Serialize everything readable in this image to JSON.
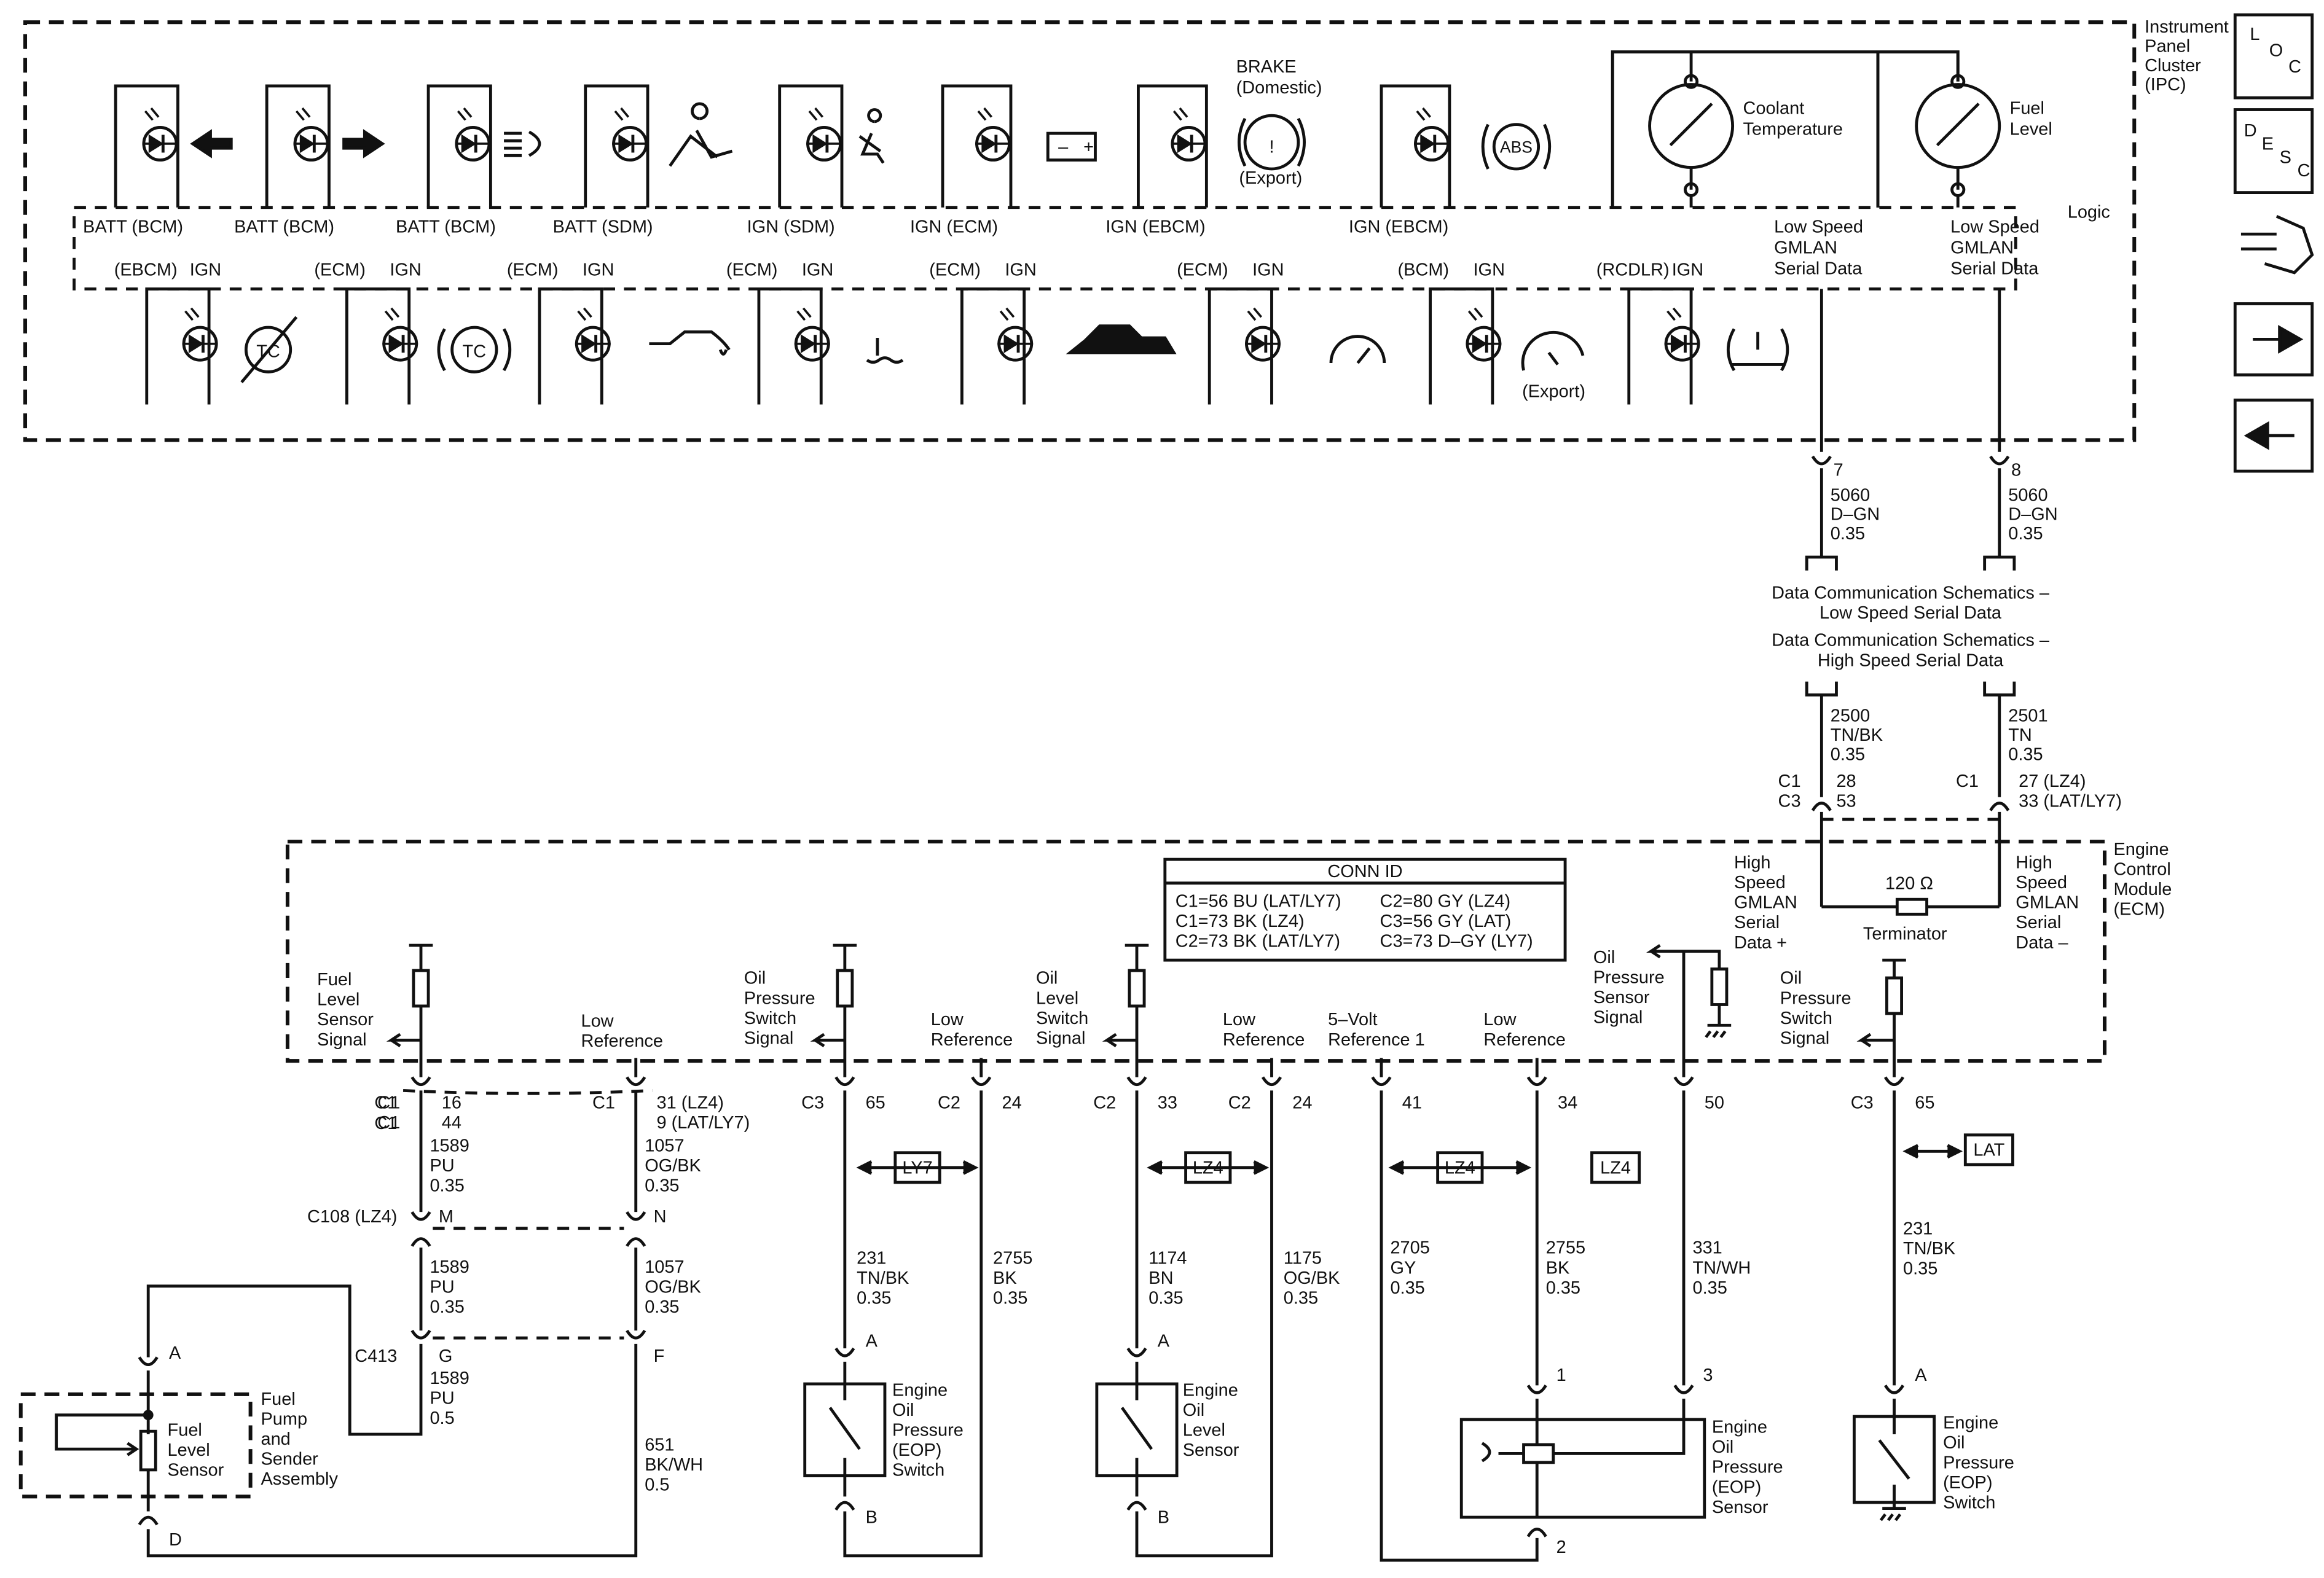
{
  "ipc": {
    "title_lines": [
      "Instrument",
      "Panel",
      "Cluster",
      "(IPC)"
    ],
    "logic": "Logic",
    "top_indicators": [
      {
        "label": "BATT (BCM)",
        "icon": "left-turn-arrow-icon"
      },
      {
        "label": "BATT (BCM)",
        "icon": "right-turn-arrow-icon"
      },
      {
        "label": "BATT (BCM)",
        "icon": "high-beam-icon"
      },
      {
        "label": "BATT (SDM)",
        "icon": "airbag-icon"
      },
      {
        "label": "IGN (SDM)",
        "icon": "seat-belt-icon"
      },
      {
        "label": "IGN  (ECM)",
        "icon": "battery-icon"
      },
      {
        "label": "IGN  (EBCM)",
        "icon": "brake-warning-icon"
      },
      {
        "label": "IGN  (EBCM)",
        "icon": "abs-icon"
      }
    ],
    "brake_domestic": [
      "BRAKE",
      "(Domestic)"
    ],
    "brake_export": "(Export)",
    "abs_text": "ABS",
    "gauges": [
      {
        "lines": [
          "Coolant",
          "Temperature"
        ]
      },
      {
        "lines": [
          "Fuel",
          "Level"
        ]
      }
    ],
    "gmlan_labels": [
      {
        "lines": [
          "Low Speed",
          "GMLAN",
          "Serial Data"
        ]
      },
      {
        "lines": [
          "Low Speed",
          "GMLAN",
          "Serial Data"
        ]
      }
    ],
    "bottom_indicators": [
      {
        "source": "(EBCM)",
        "ign": "IGN",
        "icon": "traction-off-icon"
      },
      {
        "source": "(ECM)",
        "ign": "IGN",
        "icon": "traction-control-icon"
      },
      {
        "source": "(ECM)",
        "ign": "IGN",
        "icon": "oil-pressure-icon"
      },
      {
        "source": "(ECM)",
        "ign": "IGN",
        "icon": "coolant-temp-icon"
      },
      {
        "source": "(ECM)",
        "ign": "IGN",
        "icon": "car-security-icon"
      },
      {
        "source": "(ECM)",
        "ign": "IGN",
        "icon": "cruise-control-icon"
      },
      {
        "source": "(BCM)",
        "ign": "IGN",
        "icon": "speedometer-icon"
      },
      {
        "source": "(RCDLR)",
        "ign": "IGN",
        "icon": "tire-pressure-icon"
      }
    ],
    "bottom_export": "(Export)",
    "tc_text": "TC"
  },
  "sidebar": {
    "loc": {
      "l": "L",
      "o": "O",
      "c": "C"
    },
    "desc": {
      "d": "D",
      "e": "E",
      "s": "S",
      "c": "C"
    },
    "icons": [
      "connector-link-icon",
      "right-arrow-icon",
      "left-arrow-icon"
    ]
  },
  "data_comm": {
    "pins": [
      "7",
      "8"
    ],
    "lowspeed_wires": [
      {
        "lines": [
          "5060",
          "D–GN",
          "0.35"
        ]
      },
      {
        "lines": [
          "5060",
          "D–GN",
          "0.35"
        ]
      }
    ],
    "ref_lines": [
      "Data Communication Schematics –",
      "Low Speed Serial Data",
      "Data Communication Schematics –",
      "High Speed Serial Data"
    ],
    "highspeed_wires": [
      {
        "lines": [
          "2500",
          "TN/BK",
          "0.35"
        ]
      },
      {
        "lines": [
          "2501",
          "TN",
          "0.35"
        ]
      }
    ],
    "left_conn": [
      "C1",
      "C3"
    ],
    "left_pins": [
      "28",
      "53"
    ],
    "right_conn": "C1",
    "right_pins": [
      "27 (LZ4)",
      "33 (LAT/LY7)"
    ]
  },
  "ecm": {
    "title_lines": [
      "Engine",
      "Control",
      "Module",
      "(ECM)"
    ],
    "hs_plus": [
      "High",
      "Speed",
      "GMLAN",
      "Serial",
      "Data +"
    ],
    "hs_minus": [
      "High",
      "Speed",
      "GMLAN",
      "Serial",
      "Data –"
    ],
    "terminator": {
      "value": "120 Ω",
      "label": "Terminator"
    },
    "conn_id": {
      "title": "CONN ID",
      "rows": [
        [
          "C1=56 BU (LAT/LY7)",
          "C2=80 GY (LZ4)"
        ],
        [
          "C1=73 BK (LZ4)",
          "C3=56 GY (LAT)"
        ],
        [
          "C2=73 BK (LAT/LY7)",
          "C3=73 D–GY (LY7)"
        ]
      ]
    },
    "signals": [
      {
        "lines": [
          "Fuel",
          "Level",
          "Sensor",
          "Signal"
        ]
      },
      {
        "lines": [
          "Low",
          "Reference"
        ]
      },
      {
        "lines": [
          "Oil",
          "Pressure",
          "Switch",
          "Signal"
        ]
      },
      {
        "lines": [
          "Low",
          "Reference"
        ]
      },
      {
        "lines": [
          "Oil",
          "Level",
          "Switch",
          "Signal"
        ]
      },
      {
        "lines": [
          "Low",
          "Reference"
        ]
      },
      {
        "lines": [
          "5–Volt",
          "Reference 1"
        ]
      },
      {
        "lines": [
          "Low",
          "Reference"
        ]
      },
      {
        "lines": [
          "Oil",
          "Pressure",
          "Sensor",
          "Signal"
        ]
      },
      {
        "lines": [
          "Oil",
          "Pressure",
          "Switch",
          "Signal"
        ]
      }
    ]
  },
  "circuits": {
    "ecm_pins": [
      {
        "conn": [
          "C1",
          "C1"
        ],
        "pin": [
          "16",
          "44"
        ]
      },
      {
        "conn": [
          "C1"
        ],
        "pin": [
          "31 (LZ4)",
          "9 (LAT/LY7)"
        ]
      },
      {
        "conn": [
          "C3"
        ],
        "pin": [
          "65"
        ]
      },
      {
        "conn": [
          "C2"
        ],
        "pin": [
          "24"
        ]
      },
      {
        "conn": [
          "C2"
        ],
        "pin": [
          "33"
        ]
      },
      {
        "conn": [
          "C2"
        ],
        "pin": [
          "24"
        ]
      },
      {
        "conn": [],
        "pin": [
          "41"
        ]
      },
      {
        "conn": [],
        "pin": [
          "34"
        ]
      },
      {
        "conn": [],
        "pin": [
          "50"
        ]
      },
      {
        "conn": [
          "C3"
        ],
        "pin": [
          "65"
        ]
      }
    ],
    "wires": [
      {
        "lines": [
          "1589",
          "PU",
          "0.35"
        ]
      },
      {
        "lines": [
          "1057",
          "OG/BK",
          "0.35"
        ]
      },
      {
        "lines": [
          "1589",
          "PU",
          "0.35"
        ]
      },
      {
        "lines": [
          "1057",
          "OG/BK",
          "0.35"
        ]
      },
      {
        "lines": [
          "1589",
          "PU",
          "0.5"
        ]
      },
      {
        "lines": [
          "651",
          "BK/WH",
          "0.5"
        ]
      },
      {
        "lines": [
          "231",
          "TN/BK",
          "0.35"
        ]
      },
      {
        "lines": [
          "2755",
          "BK",
          "0.35"
        ]
      },
      {
        "lines": [
          "1174",
          "BN",
          "0.35"
        ]
      },
      {
        "lines": [
          "1175",
          "OG/BK",
          "0.35"
        ]
      },
      {
        "lines": [
          "2705",
          "GY",
          "0.35"
        ]
      },
      {
        "lines": [
          "2755",
          "BK",
          "0.35"
        ]
      },
      {
        "lines": [
          "331",
          "TN/WH",
          "0.35"
        ]
      },
      {
        "lines": [
          "231",
          "TN/BK",
          "0.35"
        ]
      }
    ],
    "c108": {
      "label": "C108 (LZ4)",
      "pins": [
        "M",
        "N"
      ]
    },
    "c413": {
      "label": "C413",
      "pins": [
        "G",
        "F"
      ]
    },
    "variant_tags": [
      "LY7",
      "LZ4",
      "LZ4",
      "LZ4",
      "LAT"
    ]
  },
  "components": {
    "fuel_sender": {
      "name_lines": [
        "Fuel",
        "Pump",
        "and",
        "Sender",
        "Assembly"
      ],
      "sensor_lines": [
        "Fuel",
        "Level",
        "Sensor"
      ],
      "pins": [
        "A",
        "D"
      ]
    },
    "eop_switch_ly7": {
      "lines": [
        "Engine",
        "Oil",
        "Pressure",
        "(EOP)",
        "Switch"
      ],
      "pins": [
        "A",
        "B"
      ]
    },
    "oil_level_switch": {
      "lines": [
        "Engine",
        "Oil",
        "Level",
        "Sensor"
      ],
      "pins": [
        "A",
        "B"
      ]
    },
    "eop_sensor": {
      "lines": [
        "Engine",
        "Oil",
        "Pressure",
        "(EOP)",
        "Sensor"
      ],
      "pins": [
        "1",
        "3",
        "2"
      ]
    },
    "eop_switch_lat": {
      "lines": [
        "Engine",
        "Oil",
        "Pressure",
        "(EOP)",
        "Switch"
      ],
      "pins": [
        "A"
      ]
    }
  }
}
